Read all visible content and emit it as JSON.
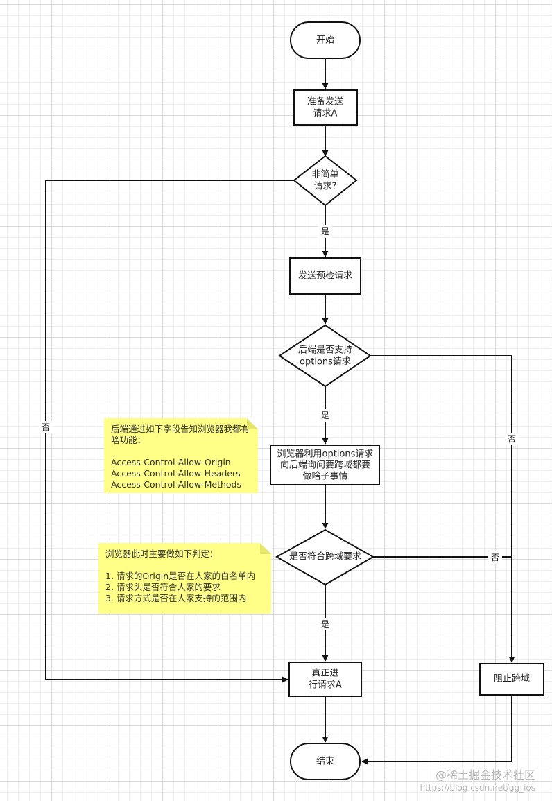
{
  "diagram": {
    "nodes": {
      "start": "开始",
      "prepare_line1": "准备发送",
      "prepare_line2": "请求A",
      "nonsimple_line1": "非简单",
      "nonsimple_line2": "请求?",
      "preflight": "发送预检请求",
      "backend_support_line1": "后端是否支持",
      "backend_support_line2": "options请求",
      "browser_ask_line1": "浏览器利用options请求",
      "browser_ask_line2": "向后端询问要跨域都要",
      "browser_ask_line3": "做啥子事情",
      "cors_check": "是否符合跨域要求",
      "real_request_line1": "真正进",
      "real_request_line2": "行请求A",
      "block": "阻止跨域",
      "end": "结束"
    },
    "edge_labels": {
      "nonsimple_yes": "是",
      "nonsimple_no": "否",
      "backend_yes": "是",
      "backend_no": "否",
      "cors_yes": "是",
      "cors_no": "否"
    },
    "notes": {
      "backend_note": "后端通过如下字段告知浏览器我都有啥功能：\n\nAccess-Control-Allow-Origin\nAccess-Control-Allow-Headers\nAccess-Control-Allow-Methods",
      "browser_note": "浏览器此时主要做如下判定：\n\n1. 请求的Origin是否在人家的白名单内\n2. 请求头是否符合人家的要求\n3. 请求方式是否在人家支持的范围内"
    }
  },
  "watermark": {
    "main": "@稀土掘金技术社区",
    "sub": "https://blog.csdn.net/gg_ios"
  }
}
